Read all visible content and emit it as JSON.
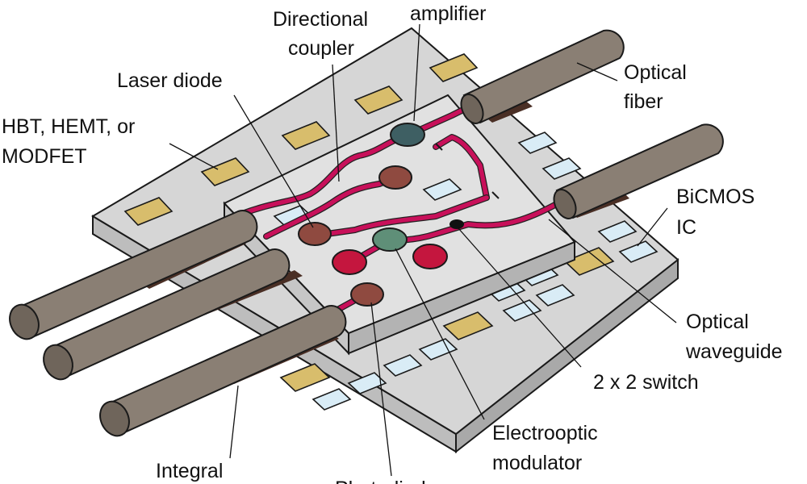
{
  "labels": {
    "directional_coupler_line1": "Directional",
    "directional_coupler_line2": "coupler",
    "amplifier": "amplifier",
    "laser_diode": "Laser diode",
    "optical_fiber_line1": "Optical",
    "optical_fiber_line2": "fiber",
    "hbt_line1": "HBT, HEMT, or",
    "hbt_line2": "MODFET",
    "bicmos_line1": "BiCMOS",
    "bicmos_line2": "IC",
    "optical_waveguide_line1": "Optical",
    "optical_waveguide_line2": "waveguide",
    "switch": "2 x 2 switch",
    "electrooptic_line1": "Electrooptic",
    "electrooptic_line2": "modulator",
    "integral": "Integral",
    "photodiode": "Photodiode"
  },
  "colors": {
    "substrate_top": "#d6d6d6",
    "substrate_front": "#bdbdbd",
    "substrate_side": "#a9a9a9",
    "inner_top": "#e1e1e1",
    "inner_front": "#c6c6c6",
    "waveguide": "#c8105a",
    "laser_red": "#c4163e",
    "device_brown": "#8f4a40",
    "amplifier_teal": "#3e5f63",
    "modulator_green": "#5f8f78",
    "fiber": "#8a7f74",
    "gold_pad": "#d8bd6c",
    "blue_pad": "#d9ecf6"
  }
}
